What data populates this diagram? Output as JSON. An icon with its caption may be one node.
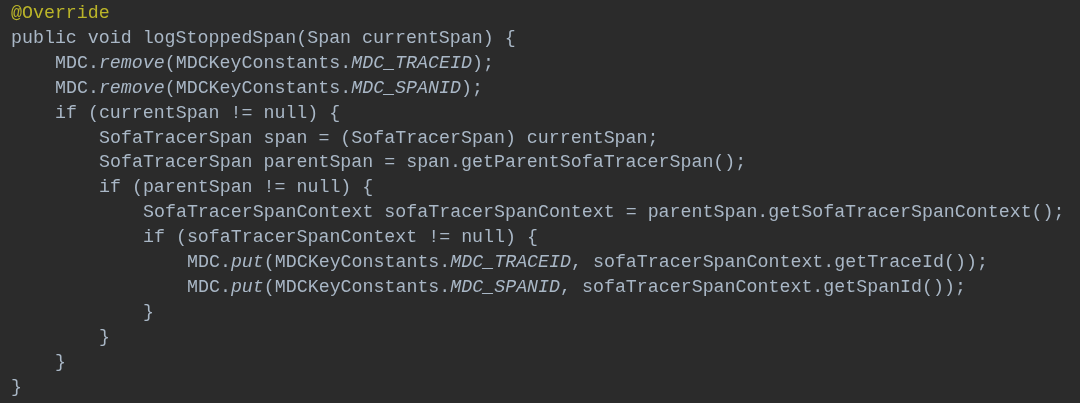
{
  "diagram": {
    "labels": [
      "@Override",
      "public void logStoppedSpan(Span currentSpan) {",
      "MDC.*remove*(MDCKeyConstants.*MDC_TRACEID*);",
      "MDC.*remove*(MDCKeyConstants.*MDC_SPANID*);",
      "if (currentSpan != null) {",
      "SofaTracerSpan span = (SofaTracerSpan) currentSpan;",
      "SofaTracerSpan parentSpan = span.getParentSofaTracerSpan();",
      "if (parentSpan != null) {",
      "SofaTracerSpanContext sofaTracerSpanContext = parentSpan.getSofaTracerSpanContext();",
      "if (sofaTracerSpanContext != null) {",
      "MDC.*put*(MDCKeyConstants.*MDC_TRACEID*, sofaTracerSpanContext.getTraceId());",
      "MDC.*put*(MDCKeyConstants.*MDC_SPANID*, sofaTracerSpanContext.getSpanId());",
      "}",
      "}",
      "}",
      "}"
    ]
  }
}
